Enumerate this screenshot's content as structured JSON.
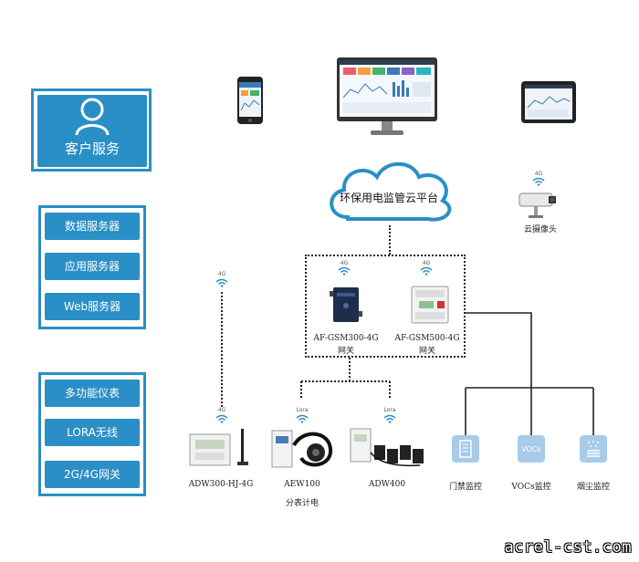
{
  "left_panel": {
    "customer_service": "客户服务",
    "servers": [
      "数据服务器",
      "应用服务器",
      "Web服务器"
    ],
    "field": [
      "多功能仪表",
      "LORA无线",
      "2G/4G网关"
    ]
  },
  "cloud": {
    "label": "环保用电监管云平台"
  },
  "camera": {
    "signal": "4G",
    "label": "云摄像头"
  },
  "gateways": [
    {
      "signal": "4G",
      "label_line1": "AF-GSM300-4G",
      "label_line2": "网关"
    },
    {
      "signal": "4G",
      "label_line1": "AF-GSM500-4G",
      "label_line2": "网关"
    }
  ],
  "devices": [
    {
      "signal_top": "4G",
      "signal": "4G",
      "label": "ADW300-HJ-4G"
    },
    {
      "signal": "Lora",
      "label": "AEW100",
      "sublabel": "分表计电"
    },
    {
      "signal": "Lora",
      "label": "ADW400"
    }
  ],
  "sensors": [
    {
      "label": "门禁监控",
      "icon_text": ""
    },
    {
      "label": "VOCs监控",
      "icon_text": "VOCs"
    },
    {
      "label": "烟尘监控",
      "icon_text": ""
    }
  ],
  "watermark": "acrel-cst.com",
  "colors": {
    "primary": "#2a8fc6",
    "line": "#222222",
    "sensor": "#a8cbea"
  }
}
